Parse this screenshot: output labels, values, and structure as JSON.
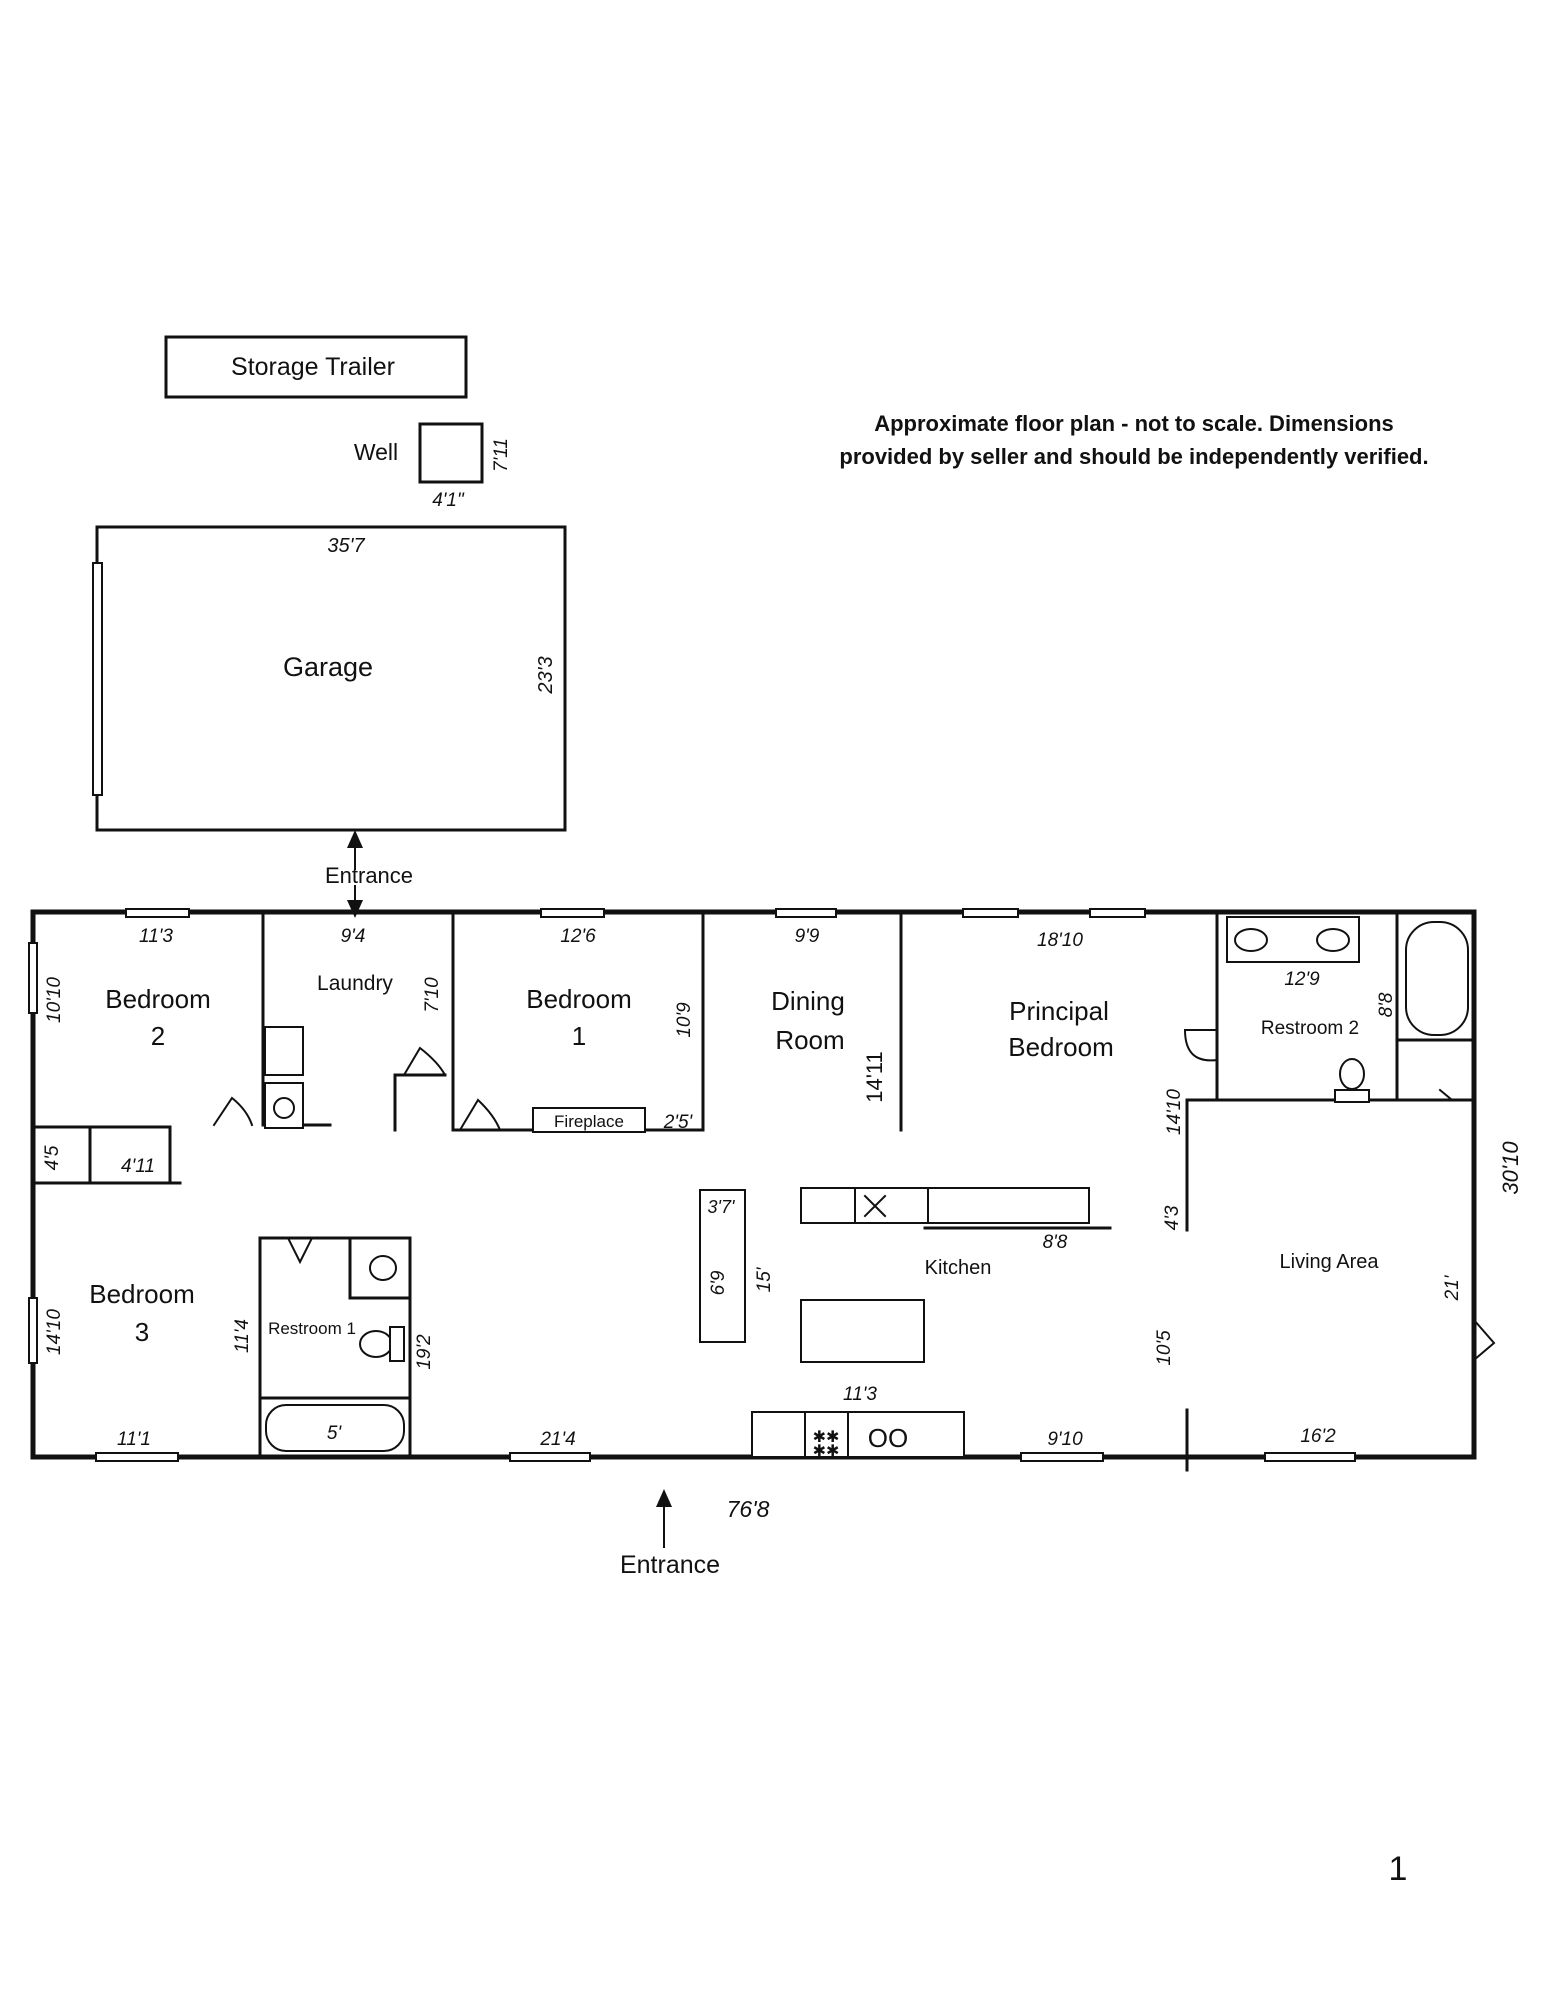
{
  "note": {
    "line1": "Approximate floor plan - not to scale. Dimensions",
    "line2": "provided by seller and should be independently verified."
  },
  "outbuildings": {
    "storage_trailer": "Storage Trailer",
    "well": "Well",
    "well_width": "4'1\"",
    "well_depth": "7'11",
    "garage": "Garage",
    "garage_width": "35'7",
    "garage_depth": "23'3",
    "garage_entrance": "Entrance"
  },
  "rooms": {
    "bedroom2": {
      "line1": "Bedroom",
      "line2": "2"
    },
    "laundry": "Laundry",
    "bedroom1": {
      "line1": "Bedroom",
      "line2": "1"
    },
    "dining": {
      "line1": "Dining",
      "line2": "Room"
    },
    "principal": {
      "line1": "Principal",
      "line2": "Bedroom"
    },
    "restroom2": "Restroom 2",
    "fireplace": "Fireplace",
    "bedroom3": {
      "line1": "Bedroom",
      "line2": "3"
    },
    "restroom1": "Restroom 1",
    "kitchen": "Kitchen",
    "living": "Living Area"
  },
  "dimensions": {
    "bed2_w": "11'3",
    "bed2_h": "10'10",
    "laundry_w": "9'4",
    "laundry_h": "7'10",
    "bed1_w": "12'6",
    "bed1_h": "10'9",
    "fireplace_w": "2'5'",
    "dining_w": "9'9",
    "dining_h": "14'11",
    "principal_w": "18'10",
    "principal_h": "14'10",
    "rest2_w": "12'9",
    "rest2_h": "8'8",
    "overall_depth": "30'10",
    "closet_h": "4'5",
    "closet_w": "4'11",
    "island_w": "3'7'",
    "island_h": "6'9",
    "kitchen_h": "15'",
    "counter_w": "8'8",
    "step_h": "4'3",
    "living_h": "21'",
    "kitchen_lower_h": "10'5",
    "bed3_h": "14'10",
    "rest1_h": "11'4",
    "hall_h": "19'2",
    "tub_w": "5'",
    "bed3_w": "11'1",
    "hall_w": "21'4",
    "range_w": "11'3",
    "kitchen_w": "9'10",
    "living_w": "16'2",
    "overall_width": "76'8"
  },
  "entrance_bottom": "Entrance",
  "page_number": "1"
}
